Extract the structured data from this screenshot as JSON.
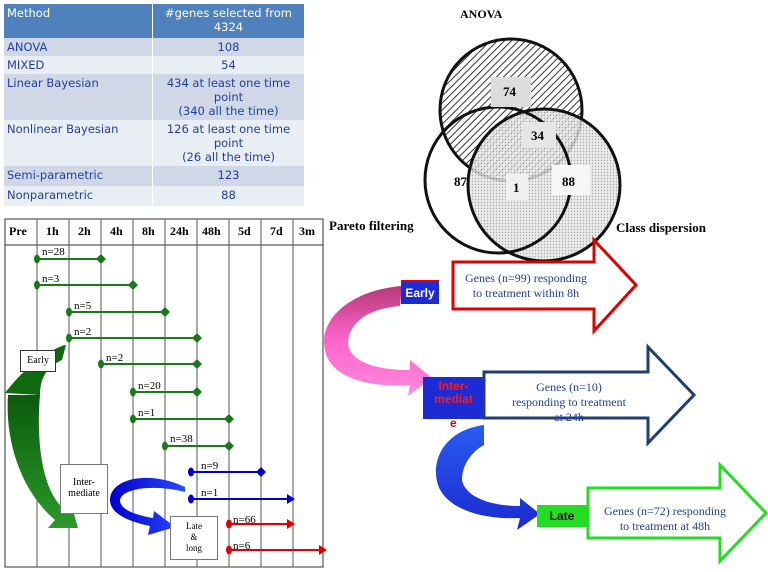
{
  "methods_table": {
    "header": {
      "method": "Method",
      "genes": "#genes selected from 4324"
    },
    "rows": [
      {
        "method": "ANOVA",
        "genes_line1": "108",
        "genes_line2": ""
      },
      {
        "method": "MIXED",
        "genes_line1": "54",
        "genes_line2": ""
      },
      {
        "method": "Linear Bayesian",
        "genes_line1": "434 at least one time point",
        "genes_line2": "(340 all the time)"
      },
      {
        "method": "Nonlinear Bayesian",
        "genes_line1": "126 at least one time point",
        "genes_line2": "(26 all the time)"
      },
      {
        "method": "Semi-parametric",
        "genes_line1": "123",
        "genes_line2": ""
      },
      {
        "method": "Nonparametric",
        "genes_line1": "88",
        "genes_line2": ""
      }
    ]
  },
  "venn": {
    "title": "ANOVA",
    "left_label": "Pareto filtering",
    "right_label": "Class dispersion",
    "regions": {
      "anova_only": "74",
      "anova_class": "34",
      "pareto_only": "87",
      "pareto_class": "1",
      "class_only": "88"
    }
  },
  "timeline": {
    "headers": [
      "Pre",
      "1h",
      "2h",
      "4h",
      "8h",
      "24h",
      "48h",
      "5d",
      "7d",
      "3m"
    ],
    "bars": [
      {
        "label": "n=28",
        "color": "#1a7a1a"
      },
      {
        "label": "n=3",
        "color": "#1a7a1a"
      },
      {
        "label": "n=5",
        "color": "#1a7a1a"
      },
      {
        "label": "n=2",
        "color": "#1a7a1a"
      },
      {
        "label": "n=2",
        "color": "#1a7a1a"
      },
      {
        "label": "n=20",
        "color": "#1a7a1a"
      },
      {
        "label": "n=1",
        "color": "#1a7a1a"
      },
      {
        "label": "n=38",
        "color": "#1a7a1a"
      },
      {
        "label": "n=9",
        "color": "#0000cc"
      },
      {
        "label": "n=1",
        "color": "#0000cc"
      },
      {
        "label": "n=66",
        "color": "#e00000"
      },
      {
        "label": "n=6",
        "color": "#e00000"
      }
    ],
    "boxes": {
      "early": "Early",
      "intermediate_l1": "Inter-",
      "intermediate_l2": "mediate",
      "late_l1": "Late",
      "late_l2": "&",
      "late_l3": "long"
    }
  },
  "stages": {
    "early": {
      "label": "Early",
      "text_l1": "Genes (n=99) responding",
      "text_l2": "to treatment within 8h",
      "color": "#e00000"
    },
    "intermediate": {
      "label_l1": "Inter-",
      "label_l2": "mediat",
      "label_l3": "e",
      "text_l1": "Genes (n=10)",
      "text_l2": "responding to treatment",
      "text_l3": "at 24h",
      "color": "#1f3f6f"
    },
    "late": {
      "label": "Late",
      "text_l1": "Genes (n=72) responding",
      "text_l2": "to treatment at 48h",
      "color": "#22dd22"
    }
  }
}
